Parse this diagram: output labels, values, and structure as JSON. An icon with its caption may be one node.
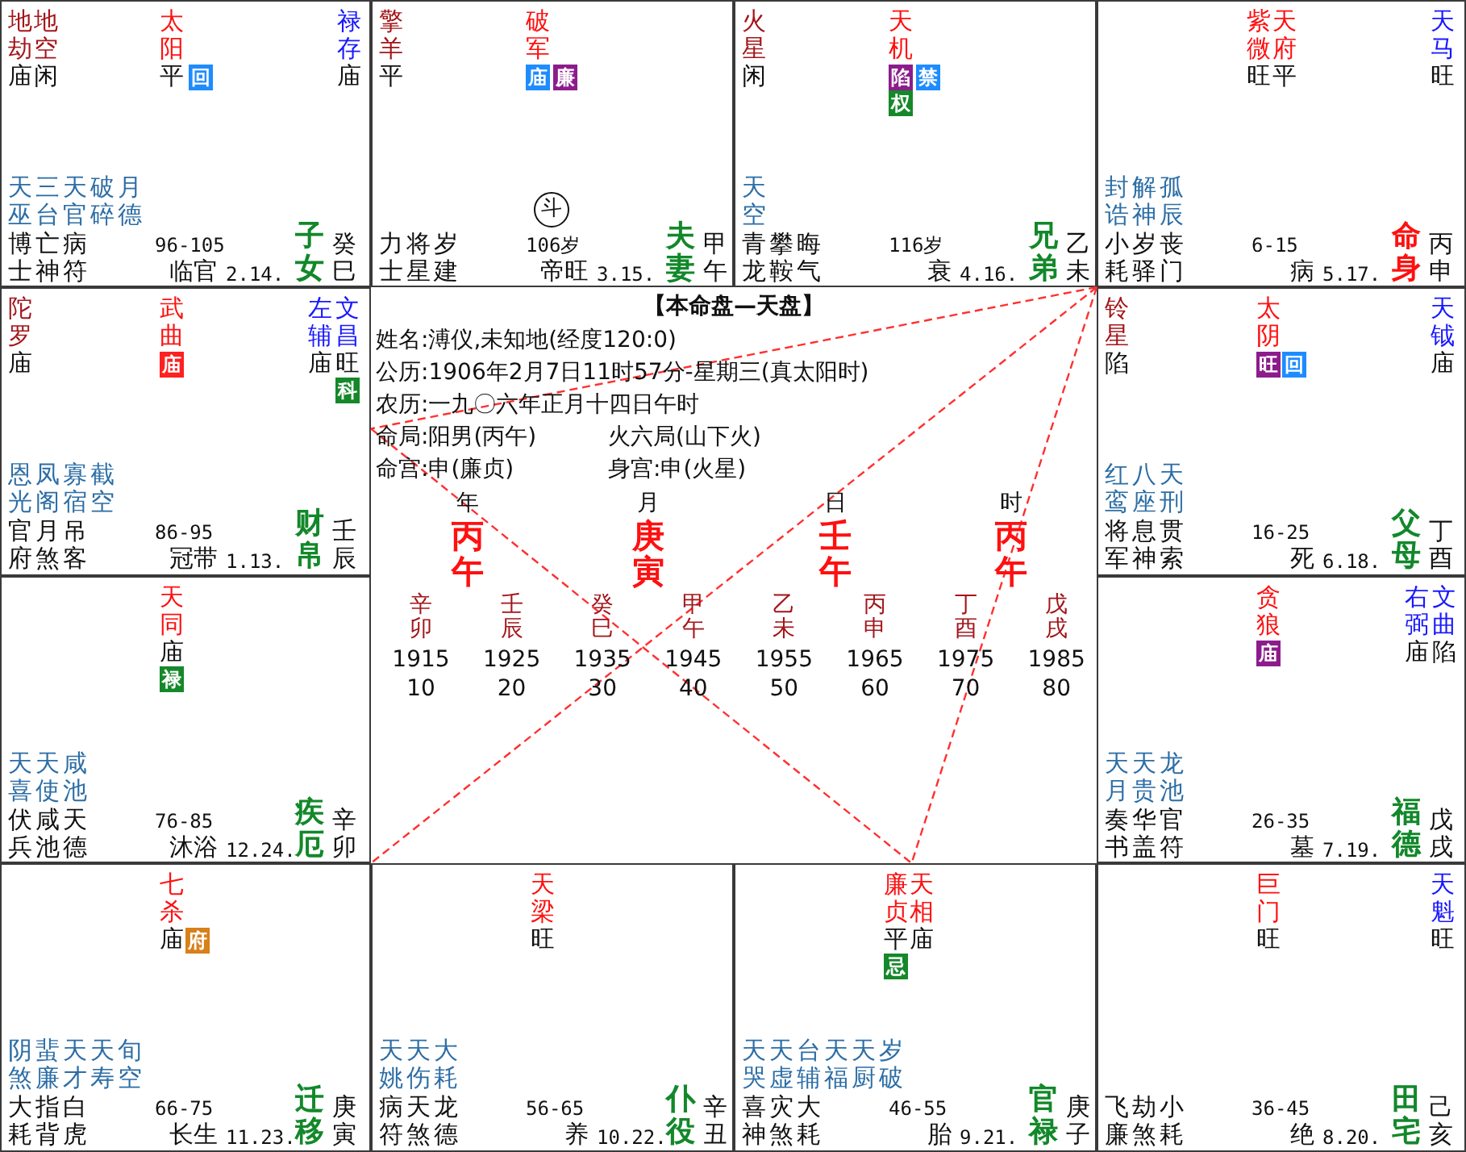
{
  "diagram": {
    "nodes": [
      {
        "text": [
          "地劫",
          "地空",
          "太阳",
          "禄存",
          "庙",
          "闲",
          "平",
          "回",
          "庙",
          "天巫",
          "三台",
          "天官",
          "破碎",
          "月德",
          "博士",
          "亡神",
          "病符",
          "96-105",
          "临官",
          "2.14.",
          "子女",
          "癸巳"
        ]
      },
      {
        "text": [
          "擎羊",
          "破军",
          "平",
          "庙",
          "廉",
          "斗",
          "力士",
          "将星",
          "岁建",
          "106岁",
          "帝旺",
          "3.15.",
          "夫妻",
          "甲午"
        ]
      },
      {
        "text": [
          "火星",
          "天机",
          "闲",
          "陷",
          "禁",
          "权",
          "天空",
          "青龙",
          "攀鞍",
          "晦气",
          "116岁",
          "衰",
          "4.16.",
          "兄弟",
          "乙未"
        ]
      },
      {
        "text": [
          "紫微",
          "天府",
          "天马",
          "旺",
          "平",
          "旺",
          "封诰",
          "解神",
          "孤辰",
          "小耗",
          "岁驿",
          "丧门",
          "6-15",
          "病",
          "5.17.",
          "命身",
          "丙申"
        ]
      },
      {
        "text": [
          "陀罗",
          "武曲",
          "左辅",
          "文昌",
          "庙",
          "庙",
          "庙",
          "旺",
          "科",
          "恩光",
          "凤阁",
          "寡宿",
          "截空",
          "官府",
          "月煞",
          "吊客",
          "86-95",
          "冠带",
          "1.13.",
          "财帛",
          "壬辰"
        ]
      },
      {
        "text": [
          "铃星",
          "太阴",
          "天钺",
          "陷",
          "旺",
          "回",
          "庙",
          "红鸾",
          "八座",
          "天刑",
          "将军",
          "息神",
          "贯索",
          "16-25",
          "死",
          "6.18.",
          "父母",
          "丁酉"
        ]
      },
      {
        "text": [
          "天同",
          "庙",
          "禄",
          "天喜",
          "天使",
          "咸池",
          "伏兵",
          "咸池",
          "天德",
          "76-85",
          "沐浴",
          "12.24.",
          "疾厄",
          "辛卯"
        ]
      },
      {
        "text": [
          "贪狼",
          "右弼",
          "文曲",
          "庙",
          "庙",
          "陷",
          "天月",
          "天贵",
          "龙池",
          "奏书",
          "华盖",
          "官符",
          "26-35",
          "墓",
          "7.19.",
          "福德",
          "戊戌"
        ]
      },
      {
        "text": [
          "七杀",
          "庙",
          "府",
          "阴煞",
          "蜚廉",
          "天才",
          "天寿",
          "旬空",
          "大耗",
          "指背",
          "白虎",
          "66-75",
          "长生",
          "11.23.",
          "迁移",
          "庚寅"
        ]
      },
      {
        "text": [
          "天梁",
          "旺",
          "天姚",
          "天伤",
          "大耗",
          "病符",
          "天煞",
          "龙德",
          "56-65",
          "养",
          "10.22.",
          "仆役",
          "辛丑"
        ]
      },
      {
        "text": [
          "廉贞",
          "天相",
          "平",
          "庙",
          "忌",
          "天哭",
          "天虚",
          "台辅",
          "天福",
          "天厨",
          "岁破",
          "喜神",
          "灾煞",
          "大耗",
          "46-55",
          "胎",
          "9.21.",
          "官禄",
          "庚子"
        ]
      },
      {
        "text": [
          "巨门",
          "天魁",
          "旺",
          "旺",
          "飞廉",
          "劫煞",
          "小耗",
          "36-45",
          "绝",
          "8.20.",
          "田宅",
          "己亥"
        ]
      }
    ],
    "edges": [
      {
        "from": 3,
        "to": 4,
        "arrow": "none",
        "style": "dashed"
      },
      {
        "from": 3,
        "to": 10,
        "arrow": "none",
        "style": "dashed"
      },
      {
        "from": 3,
        "to": 8,
        "arrow": "none",
        "style": "dashed"
      },
      {
        "from": 4,
        "to": 10,
        "arrow": "none",
        "style": "dashed"
      }
    ],
    "labels": [
      "【本命盘—天盘】",
      "姓名:溥仪,未知地(经度120:0)",
      "公历:1906年2月7日11时57分-星期三(真太阳时)",
      "农历:一九〇六年正月十四日午时",
      "命局:阳男(丙午)",
      "火六局(山下火)",
      "命宫:申(廉贞)",
      "身宫:申(火星)",
      "年",
      "丙午",
      "月",
      "庚寅",
      "日",
      "壬午",
      "时",
      "丙午",
      "辛卯",
      "1915",
      "10",
      "壬辰",
      "1925",
      "20",
      "癸巳",
      "1935",
      "30",
      "甲午",
      "1945",
      "40",
      "乙未",
      "1955",
      "50",
      "丙申",
      "1965",
      "60",
      "丁酉",
      "1975",
      "70",
      "戊戌",
      "1985",
      "80"
    ]
  }
}
